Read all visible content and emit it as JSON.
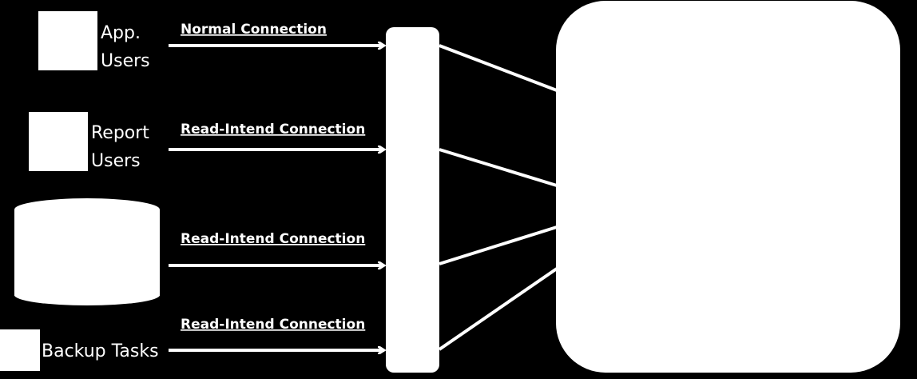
{
  "colors": {
    "background": "#000000",
    "foreground": "#ffffff"
  },
  "sources": [
    {
      "label_line1": "App.",
      "label_line2": "Users",
      "shape": "square"
    },
    {
      "label_line1": "Report",
      "label_line2": "Users",
      "shape": "square"
    },
    {
      "label_line1": "",
      "label_line2": "",
      "shape": "cylinder"
    },
    {
      "label_line1": "Backup Tasks",
      "label_line2": "",
      "shape": "square"
    }
  ],
  "connections": [
    {
      "label": "Normal Connection"
    },
    {
      "label": "Read-Intend Connection"
    },
    {
      "label": "Read-Intend Connection"
    },
    {
      "label": "Read-Intend Connection"
    }
  ]
}
